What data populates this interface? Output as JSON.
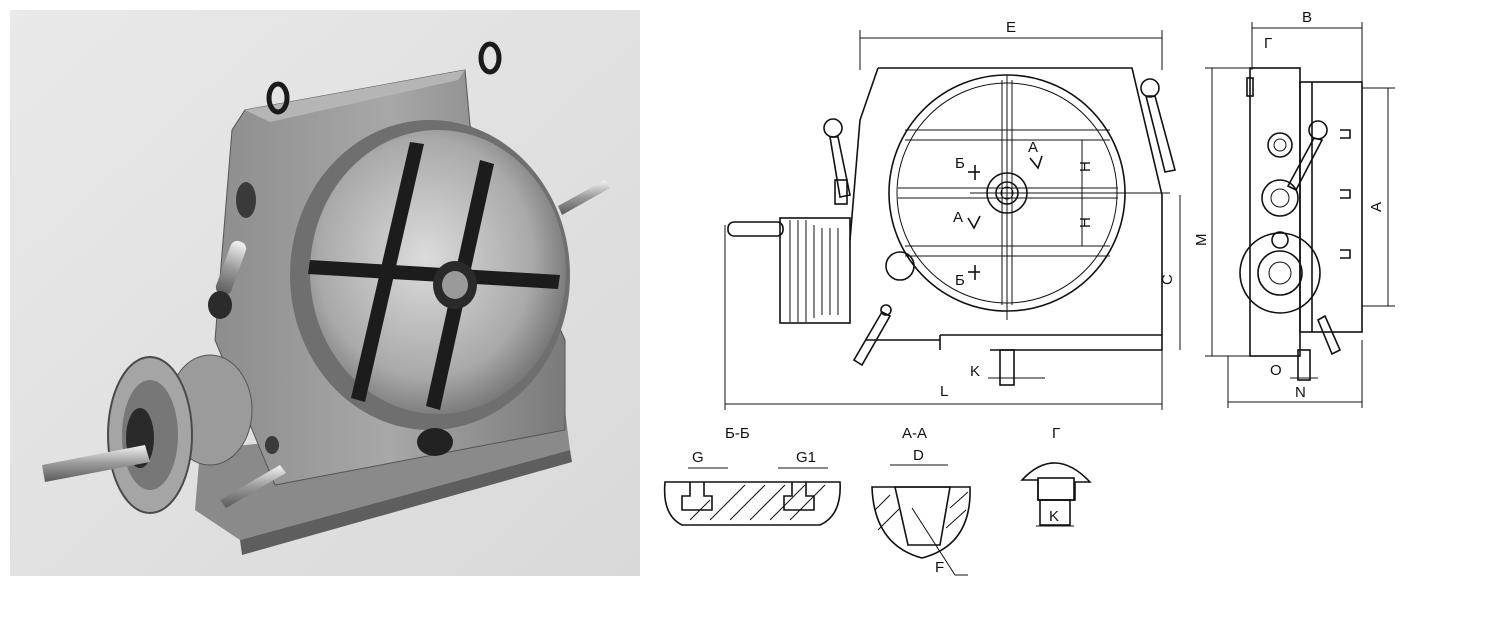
{
  "labels": {
    "E": "E",
    "B": "B",
    "G_cyr": "Г",
    "M": "M",
    "C": "C",
    "L": "L",
    "K": "K",
    "O": "O",
    "N": "N",
    "A": "A",
    "H1": "H",
    "H2": "H",
    "Be1": "Б",
    "Be2": "Б",
    "A1": "A",
    "A2": "A",
    "sec_bb": "Б-Б",
    "sec_aa": "А-А",
    "sec_g": "Г",
    "G": "G",
    "G1": "G1",
    "D": "D",
    "F": "F",
    "K2": "K"
  }
}
